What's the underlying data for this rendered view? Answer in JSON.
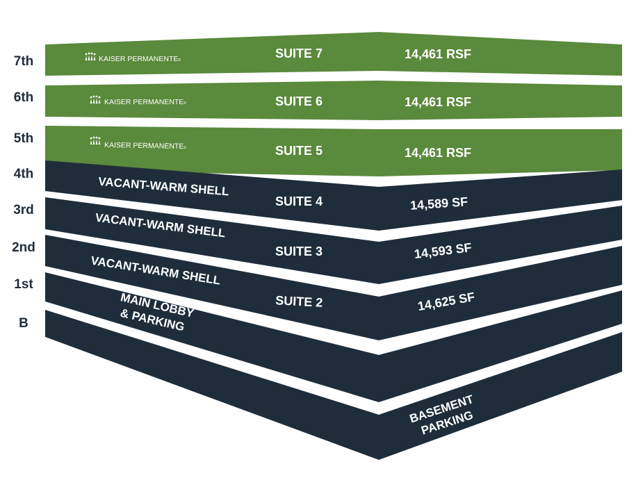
{
  "colors": {
    "leased": "#5a8a3c",
    "vacant": "#1f2d3a",
    "floor_label": "#1f2d3a"
  },
  "logo": {
    "name": "KAISER PERMANENTE",
    "mark": "®",
    "icon": "kaiser-people-icon"
  },
  "floors": {
    "f7": {
      "floor": "7th",
      "suite": "SUITE 7",
      "area": "14,461 RSF",
      "status": "leased"
    },
    "f6": {
      "floor": "6th",
      "suite": "SUITE 6",
      "area": "14,461 RSF",
      "status": "leased"
    },
    "f5": {
      "floor": "5th",
      "suite": "SUITE 5",
      "area": "14,461 RSF",
      "status": "leased"
    },
    "f4": {
      "floor": "4th",
      "tenant": "VACANT-WARM SHELL",
      "suite": "SUITE 4",
      "area": "14,589 SF",
      "status": "vacant"
    },
    "f3": {
      "floor": "3rd",
      "tenant": "VACANT-WARM SHELL",
      "suite": "SUITE 3",
      "area": "14,593 SF",
      "status": "vacant"
    },
    "f2": {
      "floor": "2nd",
      "tenant": "VACANT-WARM SHELL",
      "suite": "SUITE 2",
      "area": "14,625 SF",
      "status": "vacant"
    },
    "f1": {
      "floor": "1st",
      "tenant_line1": "MAIN LOBBY",
      "tenant_line2": "& PARKING",
      "status": "vacant"
    },
    "fb": {
      "floor": "B",
      "tenant_line1": "BASEMENT",
      "tenant_line2": "PARKING",
      "status": "vacant"
    }
  }
}
